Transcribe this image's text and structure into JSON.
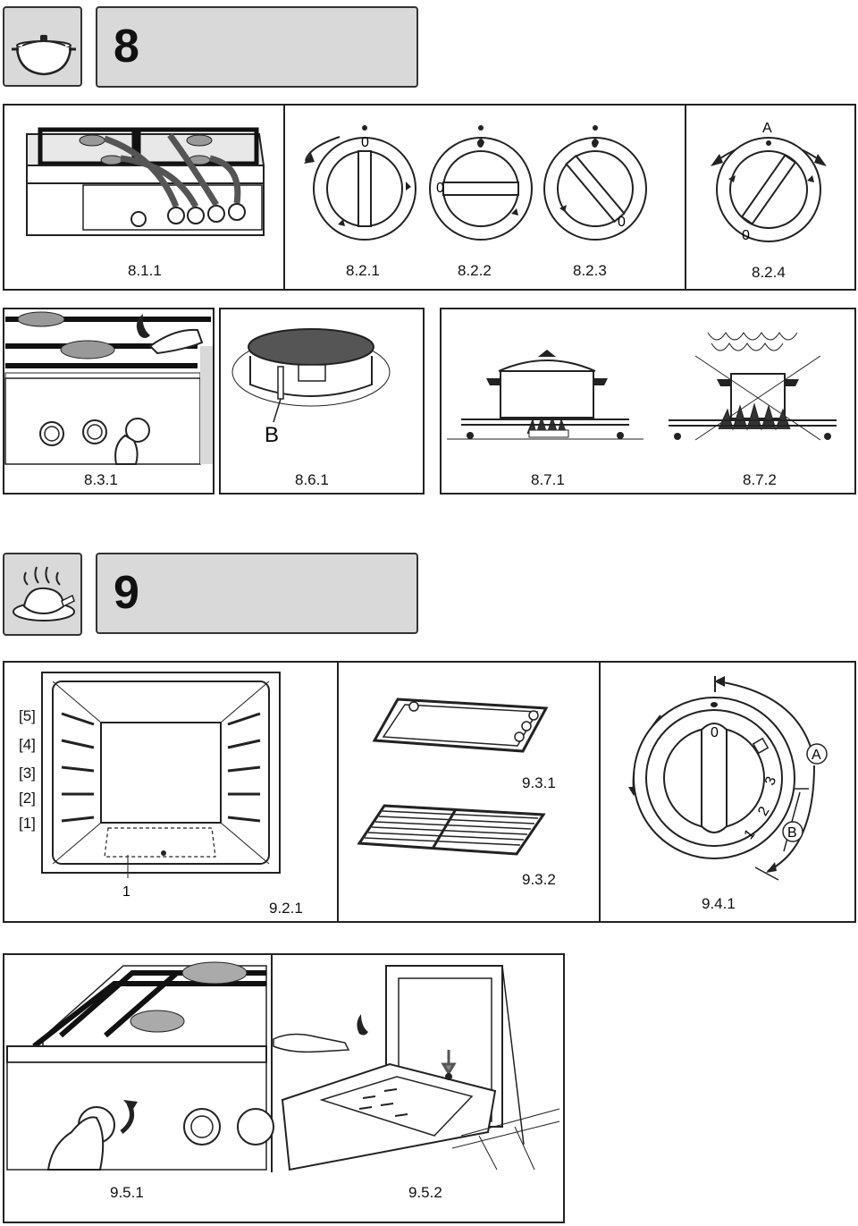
{
  "sections": [
    {
      "number": "8",
      "icon": "cooking-pot-icon"
    },
    {
      "number": "9",
      "icon": "roast-chicken-icon"
    }
  ],
  "figures": {
    "f811": "8.1.1",
    "f821": "8.2.1",
    "f822": "8.2.2",
    "f823": "8.2.3",
    "f824": "8.2.4",
    "f831": "8.3.1",
    "f861": "8.6.1",
    "f871": "8.7.1",
    "f872": "8.7.2",
    "f921": "9.2.1",
    "f931": "9.3.1",
    "f932": "9.3.2",
    "f941": "9.4.1",
    "f951": "9.5.1",
    "f952": "9.5.2"
  },
  "labels": {
    "zero": "0",
    "a": "A",
    "b": "B",
    "one": "1",
    "two": "2",
    "three": "3",
    "shelf5": "[5]",
    "shelf4": "[4]",
    "shelf3": "[3]",
    "shelf2": "[2]",
    "shelf1": "[1]"
  }
}
